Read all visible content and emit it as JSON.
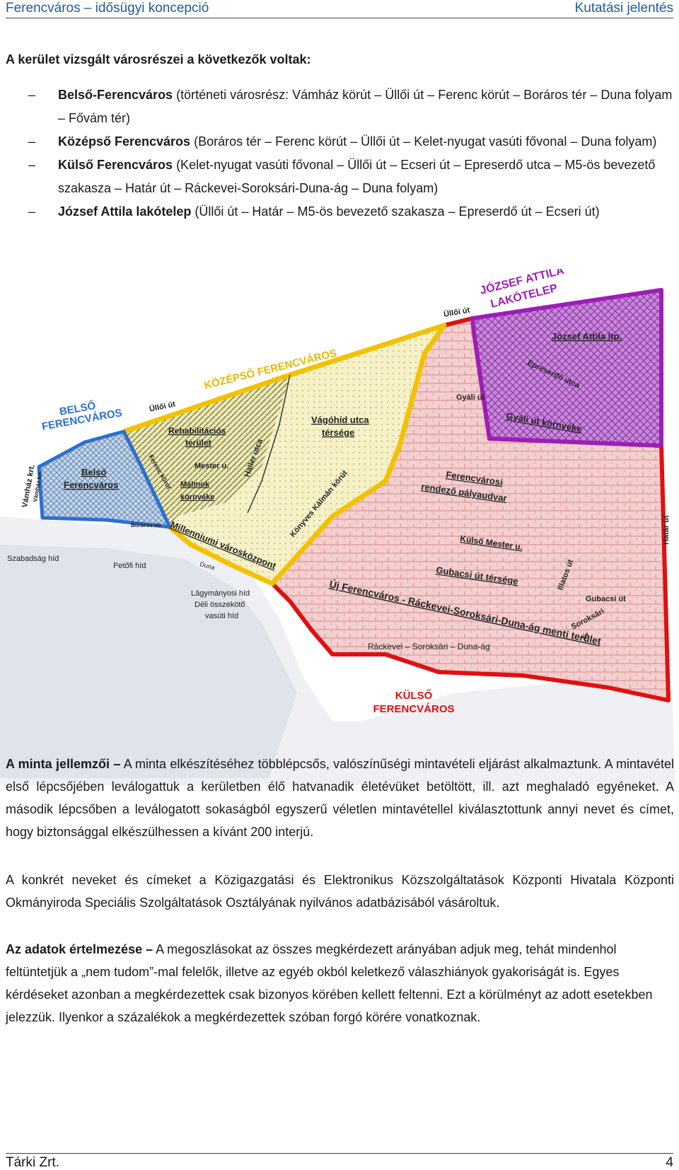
{
  "header": {
    "left": "Ferencváros – idősügyi koncepció",
    "right": "Kutatási jelentés"
  },
  "heading": "A kerület vizsgált városrészei a következők voltak:",
  "list": [
    {
      "name": "Belső-Ferencváros",
      "desc": " (történeti városrész: Vámház körút – Üllői út – Ferenc körút – Boráros tér – Duna folyam – Fővám tér)"
    },
    {
      "name": "Középső Ferencváros",
      "desc": " (Boráros tér – Ferenc körút – Üllői út – Kelet-nyugat vasúti fővonal – Duna folyam)"
    },
    {
      "name": "Külső Ferencváros",
      "desc": " (Kelet-nyugat vasúti fővonal – Üllői út – Ecseri út – Epreserdő utca – M5-ös bevezető szakasza – Határ út – Ráckevei-Soroksári-Duna-ág – Duna folyam)"
    },
    {
      "name": "József Attila lakótelep",
      "desc": " (Üllői út – Határ – M5-ös bevezető szakasza – Epreserdő út – Ecseri út)"
    }
  ],
  "map": {
    "region_titles": {
      "jozsef_1": "JÓZSEF ATTILA",
      "jozsef_2": "LAKÓTELEP",
      "kozepso": "KÖZÉPSŐ FERENCVÁROS",
      "belso_1": "BELSŐ",
      "belso_2": "FERENCVÁROS",
      "kulso_1": "KÜLSŐ",
      "kulso_2": "FERENCVÁROS"
    },
    "labels": {
      "ulloi_top": "Üllői út",
      "ulloi_left": "Üllői út",
      "jozsef_itp": "József Attila ltp.",
      "epreserdo": "Epreserdő utca",
      "gyali": "Gyáli út",
      "gyali_kornyeke": "Gyáli út környéke",
      "rehab_1": "Rehabilitációs",
      "rehab_2": "terület",
      "vagohid_1": "Vágóhíd utca",
      "vagohid_2": "térsége",
      "ferenc_krt": "Ferenc körút",
      "mester": "Mester u.",
      "haller": "Haller utca",
      "malmok_1": "Malmok",
      "malmok_2": "környéke",
      "konyves": "Könyves Kálmán körút",
      "rendezo_1": "Ferencvárosi",
      "rendezo_2": "rendező pályaudvar",
      "hatar": "Határ út",
      "vamhaz": "Vámház krt.",
      "vamhaz_small": "Vámház krt.",
      "belso_inner_1": "Belső",
      "belso_inner_2": "Ferencváros",
      "boraros": "Boráros tér",
      "millennium": "Millenniumi városközpont",
      "kulso_mester": "Külső Mester u.",
      "szabadsag": "Szabadság híd",
      "petofi": "Petőfi híd",
      "duna": "Duna",
      "gubacsi_terseg": "Gubacsi út térsége",
      "illatos": "Illatos út",
      "lagymanyosi_1": "Lágymányosi híd",
      "lagymanyosi_2": "Déli összekötő",
      "lagymanyosi_3": "vasúti híd",
      "uj_ferencvaros": "Új Ferencváros - Ráckevei-Soroksári-Duna-ág menti terület",
      "gubacsi": "Gubacsi út",
      "soroksari_1": "Soroksári",
      "soroksari_2": "út",
      "rackevei": "Ráckevei – Soroksári – Duna-ág"
    }
  },
  "para1": {
    "bold": "A minta jellemzői –",
    "text": " A minta elkészítéséhez többlépcsős, valószínűségi mintavételi eljárást alkalmaztunk. A mintavétel első lépcsőjében leválogattuk a kerületben élő hatvanadik életévüket betöltött, ill. azt meghaladó egyéneket. A második lépcsőben a leválogatott sokaságból egyszerű véletlen mintavétellel kiválasztottunk annyi nevet és címet, hogy biztonsággal elkészülhessen a kívánt 200 interjú."
  },
  "para2": "A konkrét neveket és címeket a Közigazgatási és Elektronikus Közszolgáltatások Központi Hivatala Központi Okmányiroda Speciális Szolgáltatások Osztályának nyilvános adatbázisából vásároltuk.",
  "para3": {
    "bold": "Az adatok értelmezése –",
    "text": " A megoszlásokat az összes megkérdezett arányában adjuk meg, tehát mindenhol feltüntetjük a „nem tudom”-mal felelők, illetve az egyéb okból keletkező válaszhiányok gyakoriságát is. Egyes kérdéseket azonban a megkérdezettek csak bizonyos körében kellett feltenni. Ezt a körülményt az adott esetekben jelezzük. Ilyenkor a százalékok a megkérdezettek szóban forgó körére vonatkoznak."
  },
  "footer": {
    "left": "Tárki Zrt.",
    "right": "4"
  },
  "colors": {
    "header_text": "#1e5aa8",
    "purple": "#9b1fb5",
    "red": "#e01010",
    "yellow": "#f2c200",
    "blue": "#2c6fd1"
  }
}
